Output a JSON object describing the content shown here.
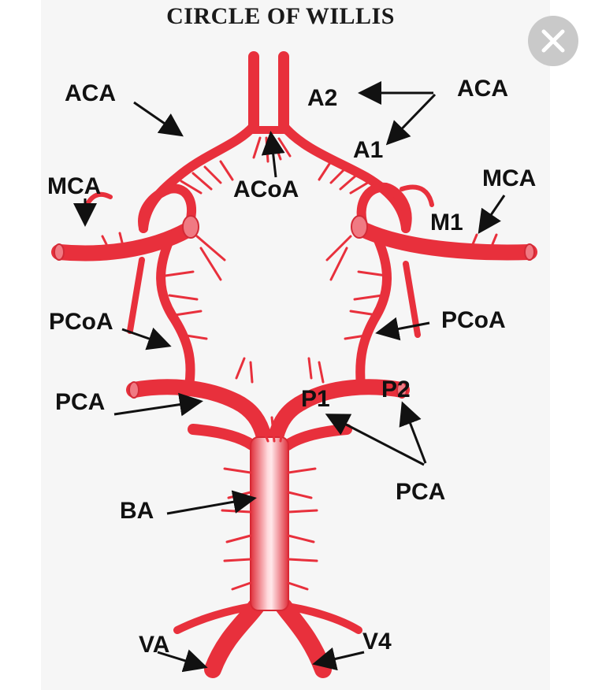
{
  "title": "CIRCLE OF WILLIS",
  "labels": {
    "aca_left": "ACA",
    "aca_right": "ACA",
    "a2": "A2",
    "a1": "A1",
    "mca_left": "MCA",
    "mca_right": "MCA",
    "m1": "M1",
    "acoa": "ACoA",
    "pcoa_left": "PCoA",
    "pcoa_right": "PCoA",
    "pca_left": "PCA",
    "pca_right": "PCA",
    "p1": "P1",
    "p2": "P2",
    "ba": "BA",
    "va": "VA",
    "v4": "V4"
  },
  "colors": {
    "artery": "#e8303c",
    "artery_dark": "#c81e2c",
    "highlight": "#ffd6d9",
    "arrow": "#111111"
  },
  "icons": {
    "close": "close-icon"
  }
}
